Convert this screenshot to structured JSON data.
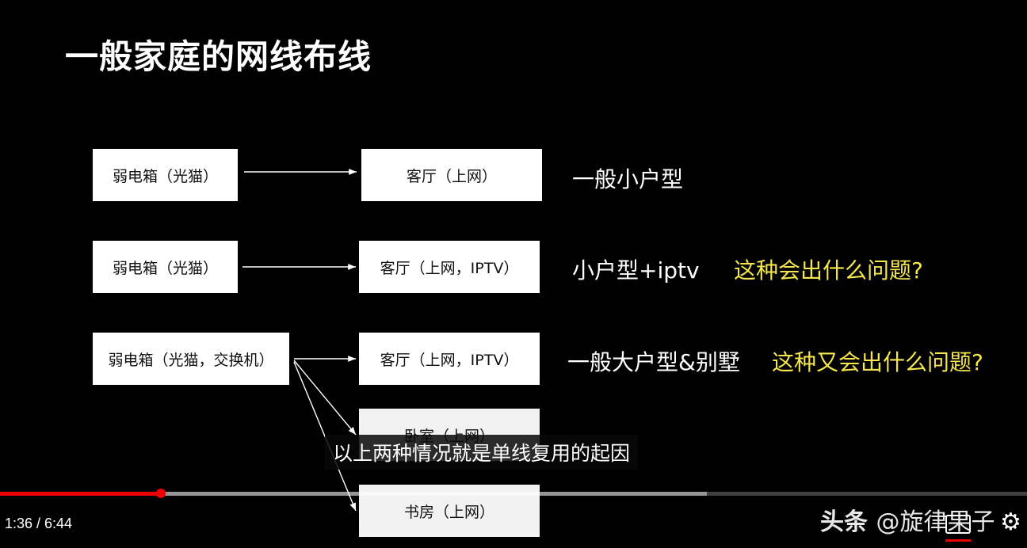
{
  "slide": {
    "title": "一般家庭的网线布线",
    "rows": [
      {
        "source_box": "弱电箱（光猫）",
        "target_box": "客厅（上网）",
        "label": "一般小户型",
        "question": ""
      },
      {
        "source_box": "弱电箱（光猫）",
        "target_box": "客厅（上网，IPTV）",
        "label": "小户型+iptv",
        "question": "这种会出什么问题?"
      },
      {
        "source_box": "弱电箱（光猫，交换机）",
        "target_box": "客厅（上网，IPTV）",
        "label": "一般大户型&别墅",
        "question": "这种又会出什么问题?"
      }
    ],
    "extra_boxes": [
      "卧室（上网）",
      "书房（上网）"
    ]
  },
  "player": {
    "subtitle": "以上两种情况就是单线复用的起因",
    "time_display": "1:36 / 6:44",
    "progress_fraction": 0.157,
    "buffer_fraction": 0.688,
    "accent_color": "#ee0000"
  },
  "watermark": {
    "brand": "头条",
    "handle": "@旋律果子"
  },
  "icons": {
    "captions": "cc-icon",
    "settings": "gear-icon"
  }
}
